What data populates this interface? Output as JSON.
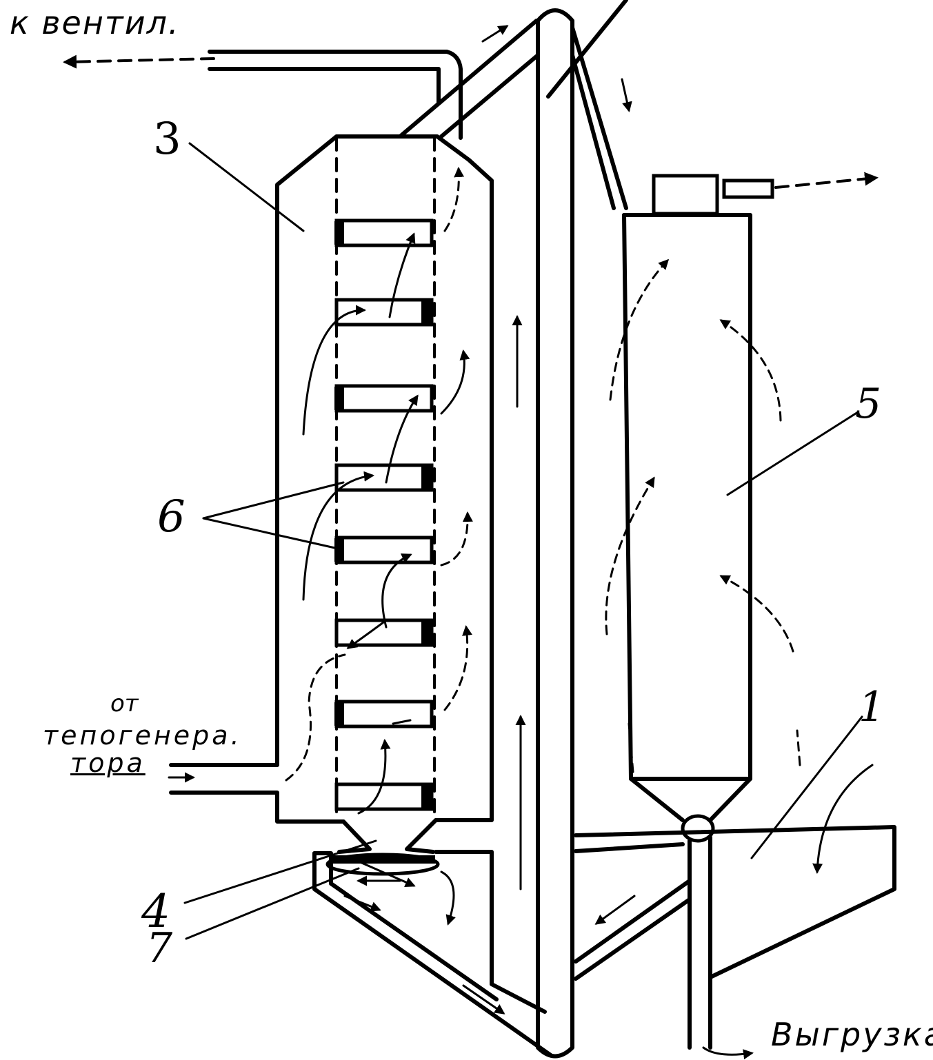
{
  "labels": {
    "to_fan": "к вентил.",
    "from_generator_line1": "от",
    "from_generator_line2": "тепогенера.",
    "from_generator_line3": "тора",
    "unloading": "Выгрузка",
    "n1": "1",
    "n3": "3",
    "n4": "4",
    "n5": "5",
    "n6": "6",
    "n7": "7"
  }
}
